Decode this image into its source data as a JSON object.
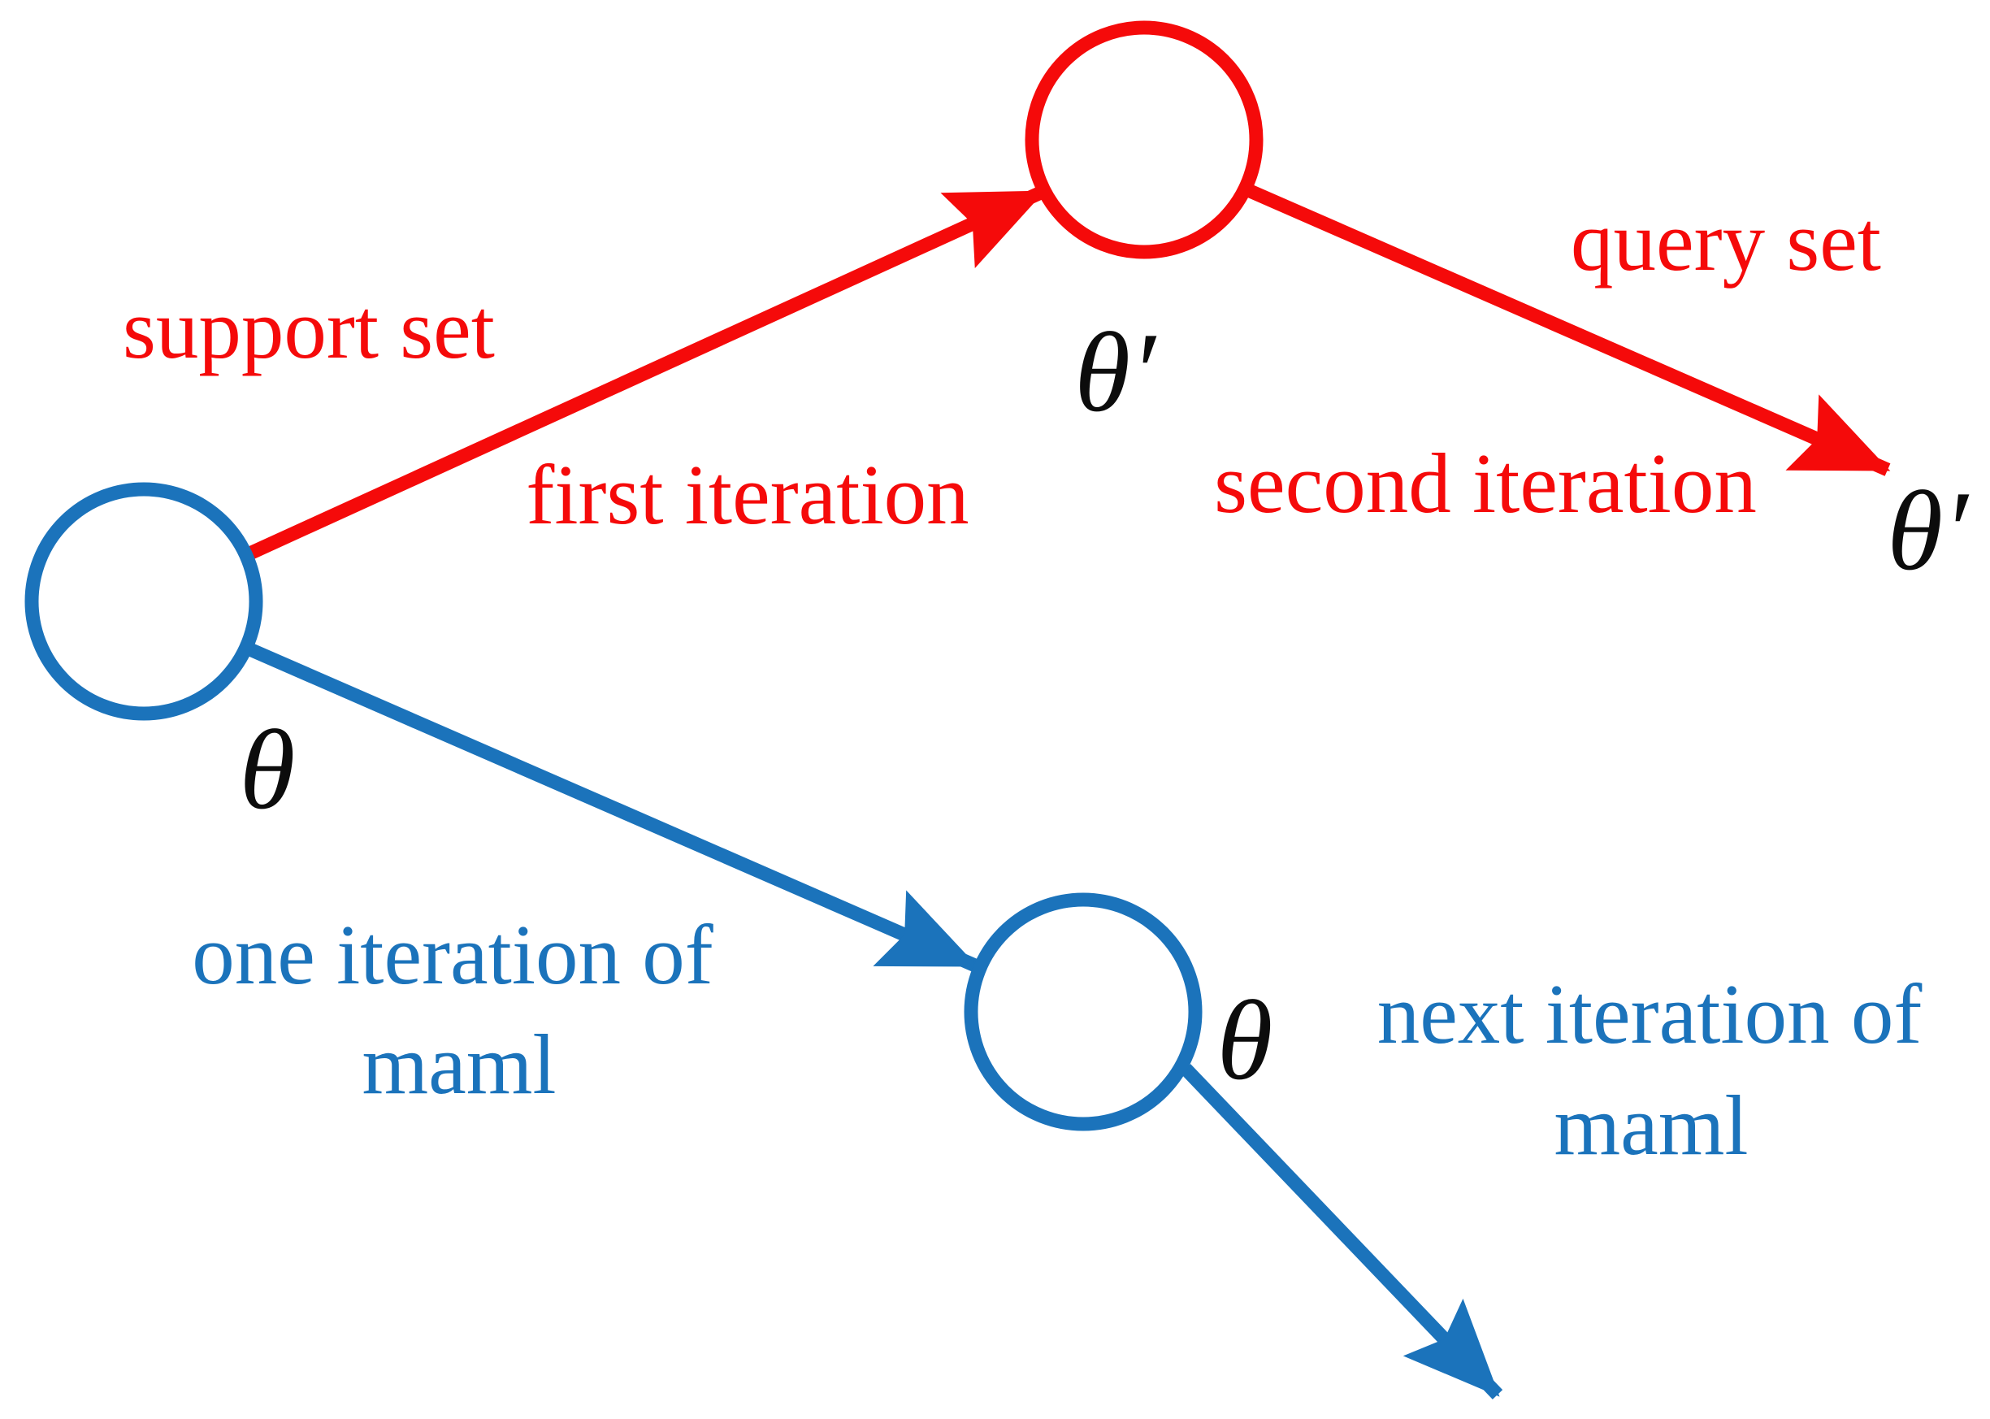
{
  "figure": {
    "type": "diagram",
    "topic": "MAML meta-learning update trajectories",
    "colors": {
      "task_update_color": "#f50a0a",
      "maml_update_color": "#1b73bb",
      "symbol_color": "#0c0c0c",
      "background": "#ffffff"
    },
    "nodes": {
      "initial": {
        "symbol": "θ"
      },
      "adapted": {
        "symbol": "θ′"
      },
      "final": {
        "symbol": "θ′"
      },
      "next": {
        "symbol": "θ"
      }
    },
    "edges": {
      "support": {
        "label": "support set",
        "sublabel": "first iteration"
      },
      "query": {
        "label": "query set",
        "sublabel": "second iteration"
      },
      "maml_one": {
        "label_line1": "one iteration of",
        "label_line2": "maml"
      },
      "maml_next": {
        "label_line1": "next iteration of",
        "label_line2": "maml"
      }
    }
  }
}
